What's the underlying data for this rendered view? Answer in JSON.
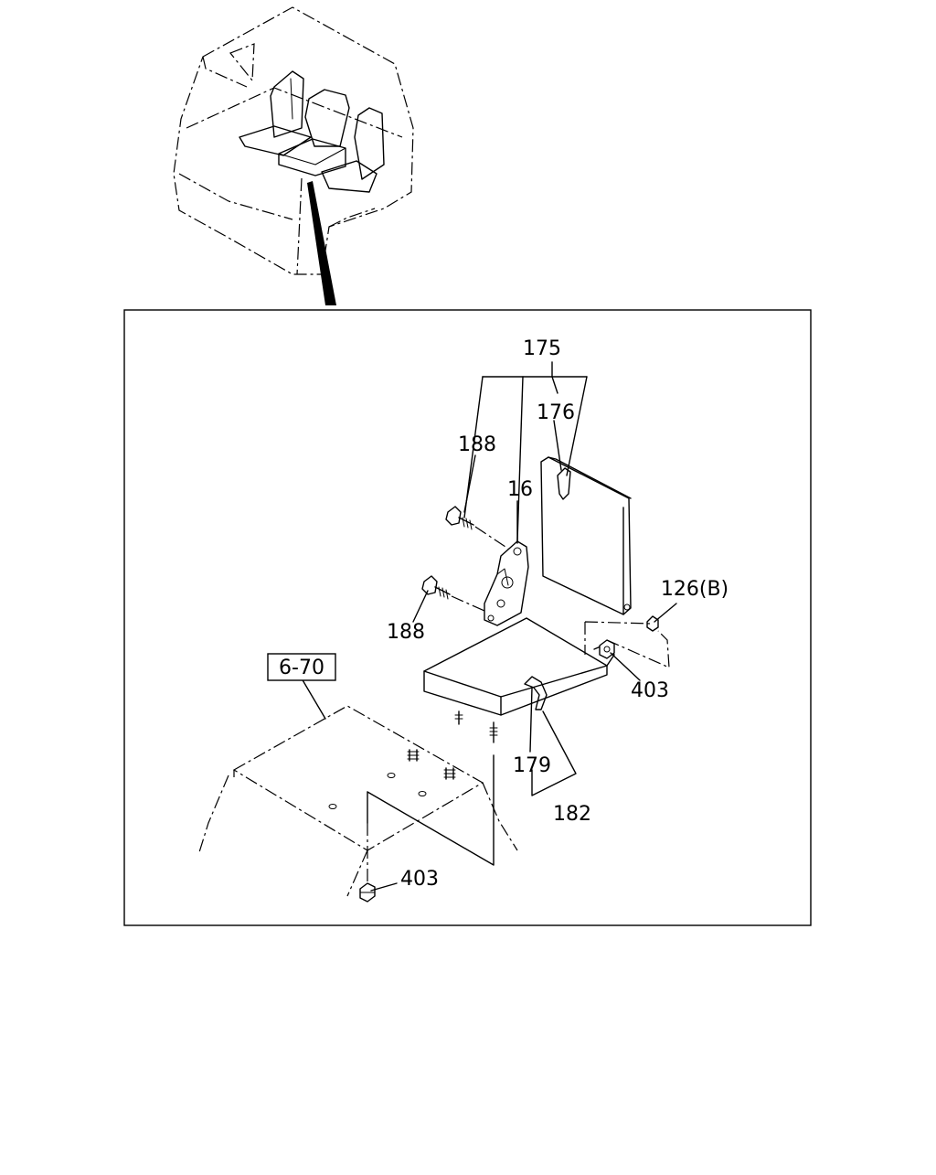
{
  "diagram": {
    "callouts": {
      "c175": "175",
      "c176": "176",
      "c188_top": "188",
      "c16": "16",
      "c188_bottom": "188",
      "c126b": "126(B)",
      "c403_right": "403",
      "c6_70": "6-70",
      "c179": "179",
      "c182": "182",
      "c403_bottom": "403"
    }
  }
}
